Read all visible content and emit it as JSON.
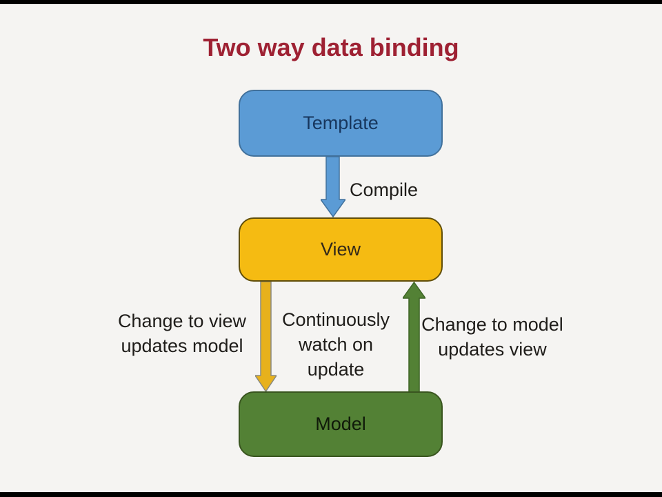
{
  "title": "Two way data binding",
  "diagram": {
    "nodes": {
      "template": {
        "label": "Template"
      },
      "view": {
        "label": "View"
      },
      "model": {
        "label": "Model"
      }
    },
    "edge_labels": {
      "compile": "Compile",
      "view_to_model": {
        "line1": "Change to view",
        "line2": "updates model"
      },
      "watch": {
        "line1": "Continuously",
        "line2": "watch on",
        "line3": "update"
      },
      "model_to_view": {
        "line1": "Change to model",
        "line2": "updates view"
      }
    }
  },
  "colors": {
    "background": "#f5f4f2",
    "letterbox": "#000000",
    "title_text": "#9e2133",
    "template_fill": "#5b9bd5",
    "template_border": "#41719c",
    "template_text": "#17365d",
    "view_fill": "#f5bb12",
    "view_border": "#604e0a",
    "model_fill": "#538135",
    "model_border": "#39551f",
    "arrow_blue": "#5b9bd5",
    "arrow_yellow": "#e7b11c",
    "arrow_green": "#538135",
    "label_text": "#1f1d1a"
  }
}
